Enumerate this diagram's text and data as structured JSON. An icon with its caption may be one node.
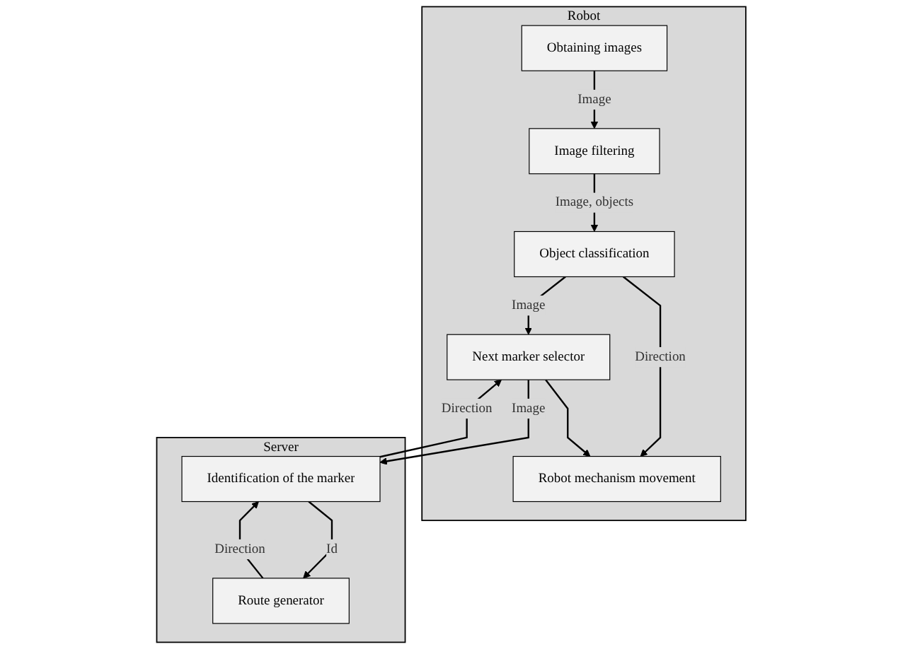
{
  "diagram": {
    "nodes": [
      {
        "text": [
          "Robot"
        ]
      },
      {
        "text": [
          "Obtaining images"
        ],
        "in": 0
      },
      {
        "text": [
          "Image filtering"
        ],
        "in": 0
      },
      {
        "text": [
          "Object classification"
        ],
        "in": 0
      },
      {
        "text": [
          "Robot mechanism movement"
        ],
        "in": 0
      },
      {
        "text": [
          "Next marker selector"
        ],
        "in": 0
      },
      {
        "text": [
          "Server"
        ]
      },
      {
        "text": [
          "Route generator"
        ],
        "in": 6
      },
      {
        "text": [
          "Identification of the marker"
        ],
        "in": 6
      }
    ],
    "edges": [
      {
        "from": 1,
        "to": 2,
        "arrow": "to",
        "label": "Image"
      },
      {
        "from": 2,
        "to": 3,
        "arrow": "to",
        "label": "Image, objects"
      },
      {
        "from": 3,
        "to": 4,
        "arrow": "to",
        "label": "Direction"
      },
      {
        "from": 3,
        "to": 5,
        "arrow": "to",
        "label": "Image"
      },
      {
        "from": 5,
        "to": 4,
        "arrow": "to"
      },
      {
        "from": 5,
        "to": 8,
        "arrow": "to",
        "label": "Image"
      },
      {
        "from": 8,
        "to": 5,
        "arrow": "to",
        "label": "Direction"
      },
      {
        "from": 8,
        "to": 7,
        "arrow": "to",
        "label": "Id"
      },
      {
        "from": 7,
        "to": 8,
        "arrow": "to",
        "label": "Direction"
      }
    ]
  }
}
